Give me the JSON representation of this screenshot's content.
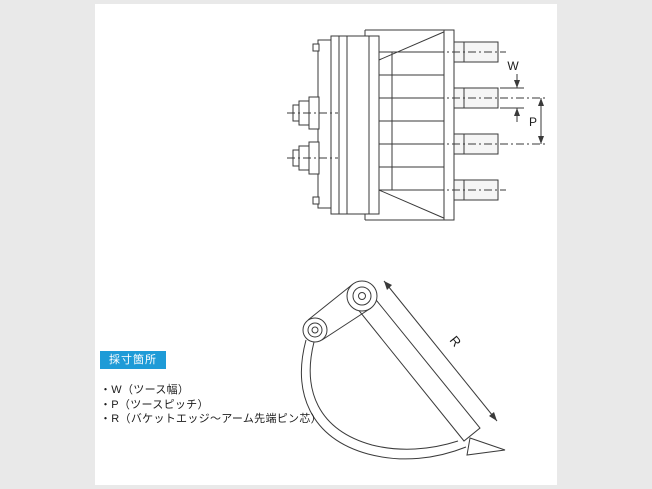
{
  "page": {
    "background": "#e9e9e9",
    "panel_background": "#ffffff",
    "line_color": "#3a3a3a"
  },
  "diagram": {
    "description": "excavator bucket measurement diagram, top view and side view",
    "dimension_labels": {
      "w": "W",
      "p": "P",
      "r": "R"
    }
  },
  "legend": {
    "badge": "採寸箇所",
    "badge_bg": "#1e9bd7",
    "items": [
      "・W（ツース幅）",
      "・P（ツースピッチ）",
      "・R（バケットエッジ～アーム先端ピン芯）"
    ]
  }
}
